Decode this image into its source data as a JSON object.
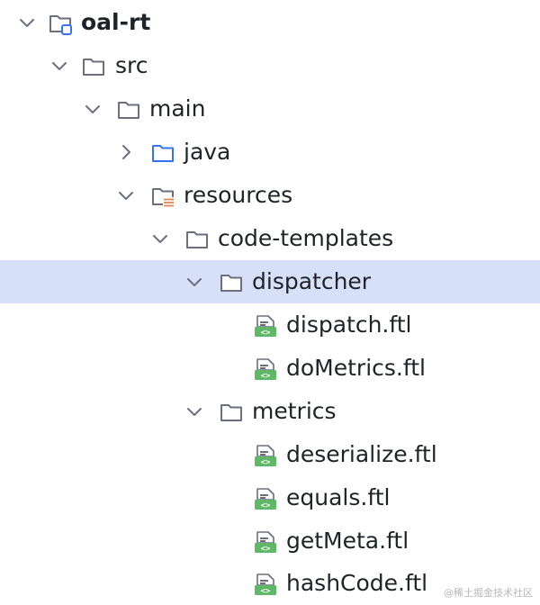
{
  "tree": {
    "items": [
      {
        "label": "oal-rt",
        "type": "module",
        "expanded": true
      },
      {
        "label": "src",
        "type": "folder",
        "expanded": true
      },
      {
        "label": "main",
        "type": "folder",
        "expanded": true
      },
      {
        "label": "java",
        "type": "source-folder",
        "expanded": false
      },
      {
        "label": "resources",
        "type": "resources-folder",
        "expanded": true
      },
      {
        "label": "code-templates",
        "type": "folder",
        "expanded": true
      },
      {
        "label": "dispatcher",
        "type": "folder",
        "expanded": true,
        "selected": true
      },
      {
        "label": "dispatch.ftl",
        "type": "ftl-file"
      },
      {
        "label": "doMetrics.ftl",
        "type": "ftl-file"
      },
      {
        "label": "metrics",
        "type": "folder",
        "expanded": true
      },
      {
        "label": "deserialize.ftl",
        "type": "ftl-file"
      },
      {
        "label": "equals.ftl",
        "type": "ftl-file"
      },
      {
        "label": "getMeta.ftl",
        "type": "ftl-file"
      },
      {
        "label": "hashCode.ftl",
        "type": "ftl-file"
      }
    ]
  },
  "watermark": "@稀土掘金技术社区",
  "colors": {
    "selection": "#d6e0f8",
    "folder_stroke": "#6c707e",
    "source_folder_stroke": "#3574f0",
    "resources_marker": "#e08855",
    "ftl_green": "#5fb865"
  }
}
